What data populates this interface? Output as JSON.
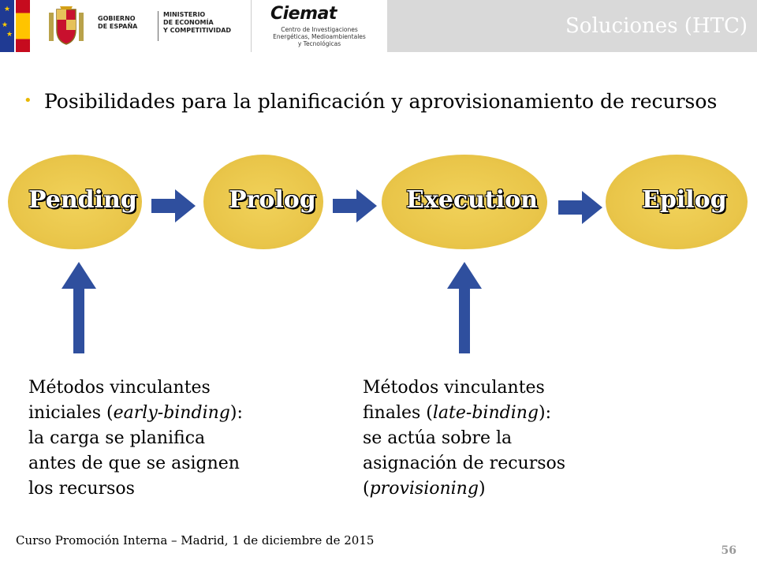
{
  "header": {
    "gov_line1": "GOBIERNO",
    "gov_line2": "DE ESPAÑA",
    "ministry_line1": "MINISTERIO",
    "ministry_line2": "DE ECONOMÍA",
    "ministry_line3": "Y COMPETITIVIDAD",
    "ciemat_logo": "Ciemat",
    "ciemat_line1": "Centro de Investigaciones",
    "ciemat_line2": "Energéticas, Medioambientales",
    "ciemat_line3": "y Tecnológicas",
    "title": "Soluciones (HTC)"
  },
  "bullet": {
    "text": "Posibilidades para la planificación y aprovisionamiento de recursos"
  },
  "stages": [
    "Pending",
    "Prolog",
    "Execution",
    "Epilog"
  ],
  "descriptions": {
    "early": {
      "line1": "Métodos vinculantes",
      "line2_pre": "iniciales (",
      "line2_em": "early-binding",
      "line2_post": "):",
      "line3": "la carga se planifica",
      "line4": "antes de que se asignen",
      "line5": "los recursos"
    },
    "late": {
      "line1": "Métodos vinculantes",
      "line2_pre": "finales (",
      "line2_em": "late-binding",
      "line2_post": "):",
      "line3": "se actúa sobre la",
      "line4": "asignación de recursos",
      "line5_pre": "(",
      "line5_em": "provisioning",
      "line5_post": ")"
    }
  },
  "footer": {
    "course": "Curso Promoción Interna – Madrid, 1 de diciembre de 2015",
    "page": "56"
  },
  "colors": {
    "ellipse": "#e9c549",
    "arrow": "#2f4f9e",
    "bullet": "#e8b800",
    "header": "#d9d9d9"
  }
}
